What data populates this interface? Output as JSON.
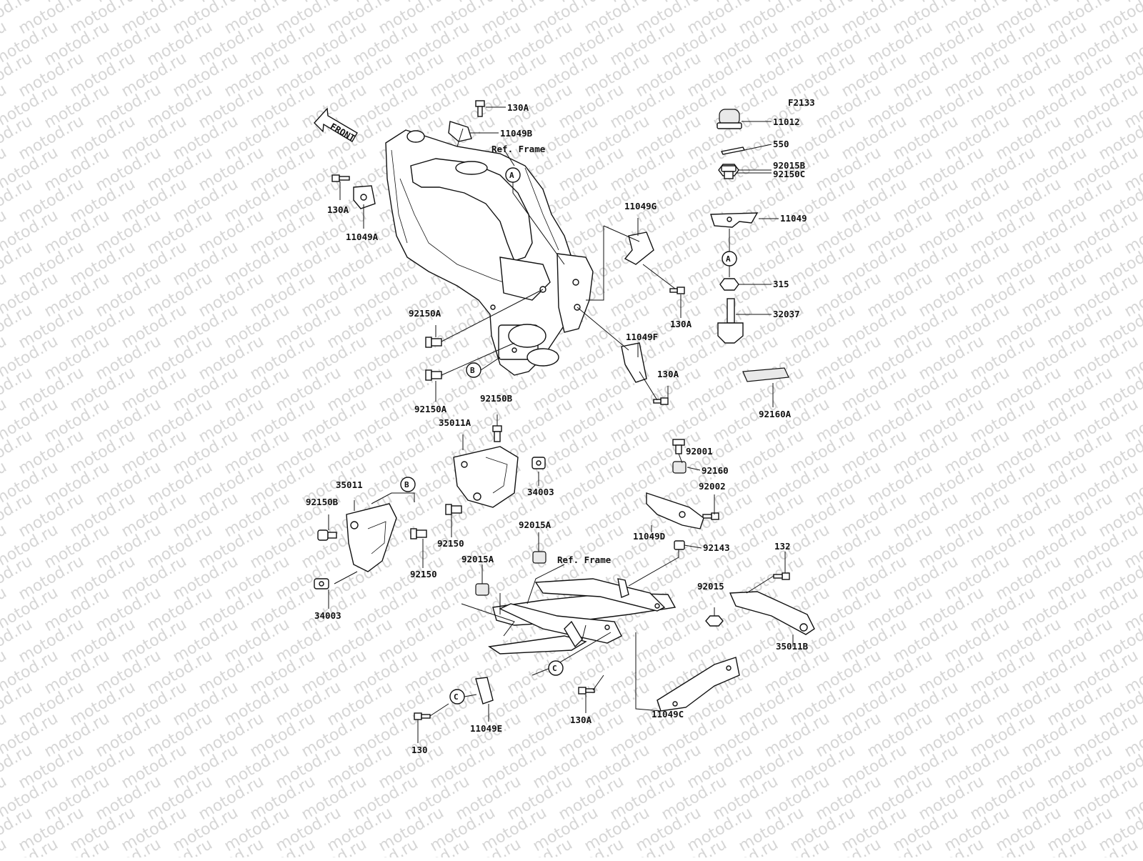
{
  "diagram": {
    "code": "F2133",
    "front_label": "FRONT",
    "watermark": "motod.ru",
    "ref_labels": [
      "Ref. Frame",
      "Ref. Frame"
    ],
    "callouts": [
      "A",
      "A",
      "B",
      "B",
      "C",
      "C"
    ],
    "parts": [
      "130A",
      "11049B",
      "130A",
      "11049A",
      "11012",
      "550",
      "92015B",
      "92150C",
      "11049",
      "11049G",
      "315",
      "130A",
      "32037",
      "92150A",
      "11049F",
      "130A",
      "92150A",
      "92160A",
      "92150B",
      "35011A",
      "92001",
      "34003",
      "92160",
      "35011",
      "92002",
      "92150B",
      "11049D",
      "92150",
      "92150",
      "92015A",
      "92143",
      "132",
      "92015A",
      "92015",
      "34003",
      "35011B",
      "130A",
      "11049C",
      "11049E",
      "130"
    ]
  }
}
